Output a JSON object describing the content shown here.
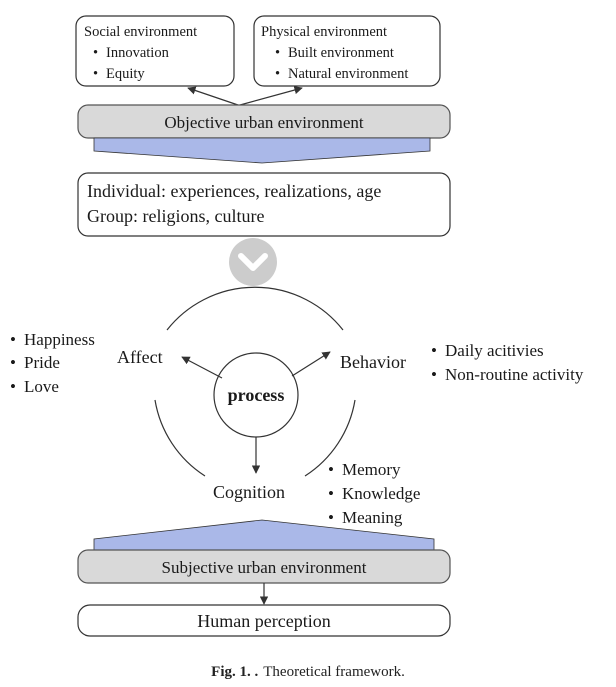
{
  "social": {
    "title": "Social environment",
    "items": [
      "Innovation",
      "Equity"
    ]
  },
  "physical": {
    "title": "Physical environment",
    "items": [
      "Built environment",
      "Natural environment"
    ]
  },
  "objective_bar": "Objective urban environment",
  "individual": {
    "line1": "Individual: experiences, realizations, age",
    "line2": "Group: religions, culture"
  },
  "cycle": {
    "center": "process",
    "affect": "Affect",
    "behavior": "Behavior",
    "cognition": "Cognition"
  },
  "affect_items": [
    "Happiness",
    "Pride",
    "Love"
  ],
  "behavior_items": [
    "Daily acitivies",
    "Non-routine activity"
  ],
  "cognition_items": [
    "Memory",
    "Knowledge",
    "Meaning"
  ],
  "subjective_bar": "Subjective urban environment",
  "perception": "Human perception",
  "caption": {
    "label": "Fig. 1. .",
    "text": "Theoretical framework."
  },
  "colors": {
    "wedge": "#aab8e8",
    "bar": "#d9d9d9",
    "chevron_circle": "#cccccc"
  },
  "icons": {
    "transition": "chevron-down-icon",
    "bullet": "bullet-dot"
  }
}
